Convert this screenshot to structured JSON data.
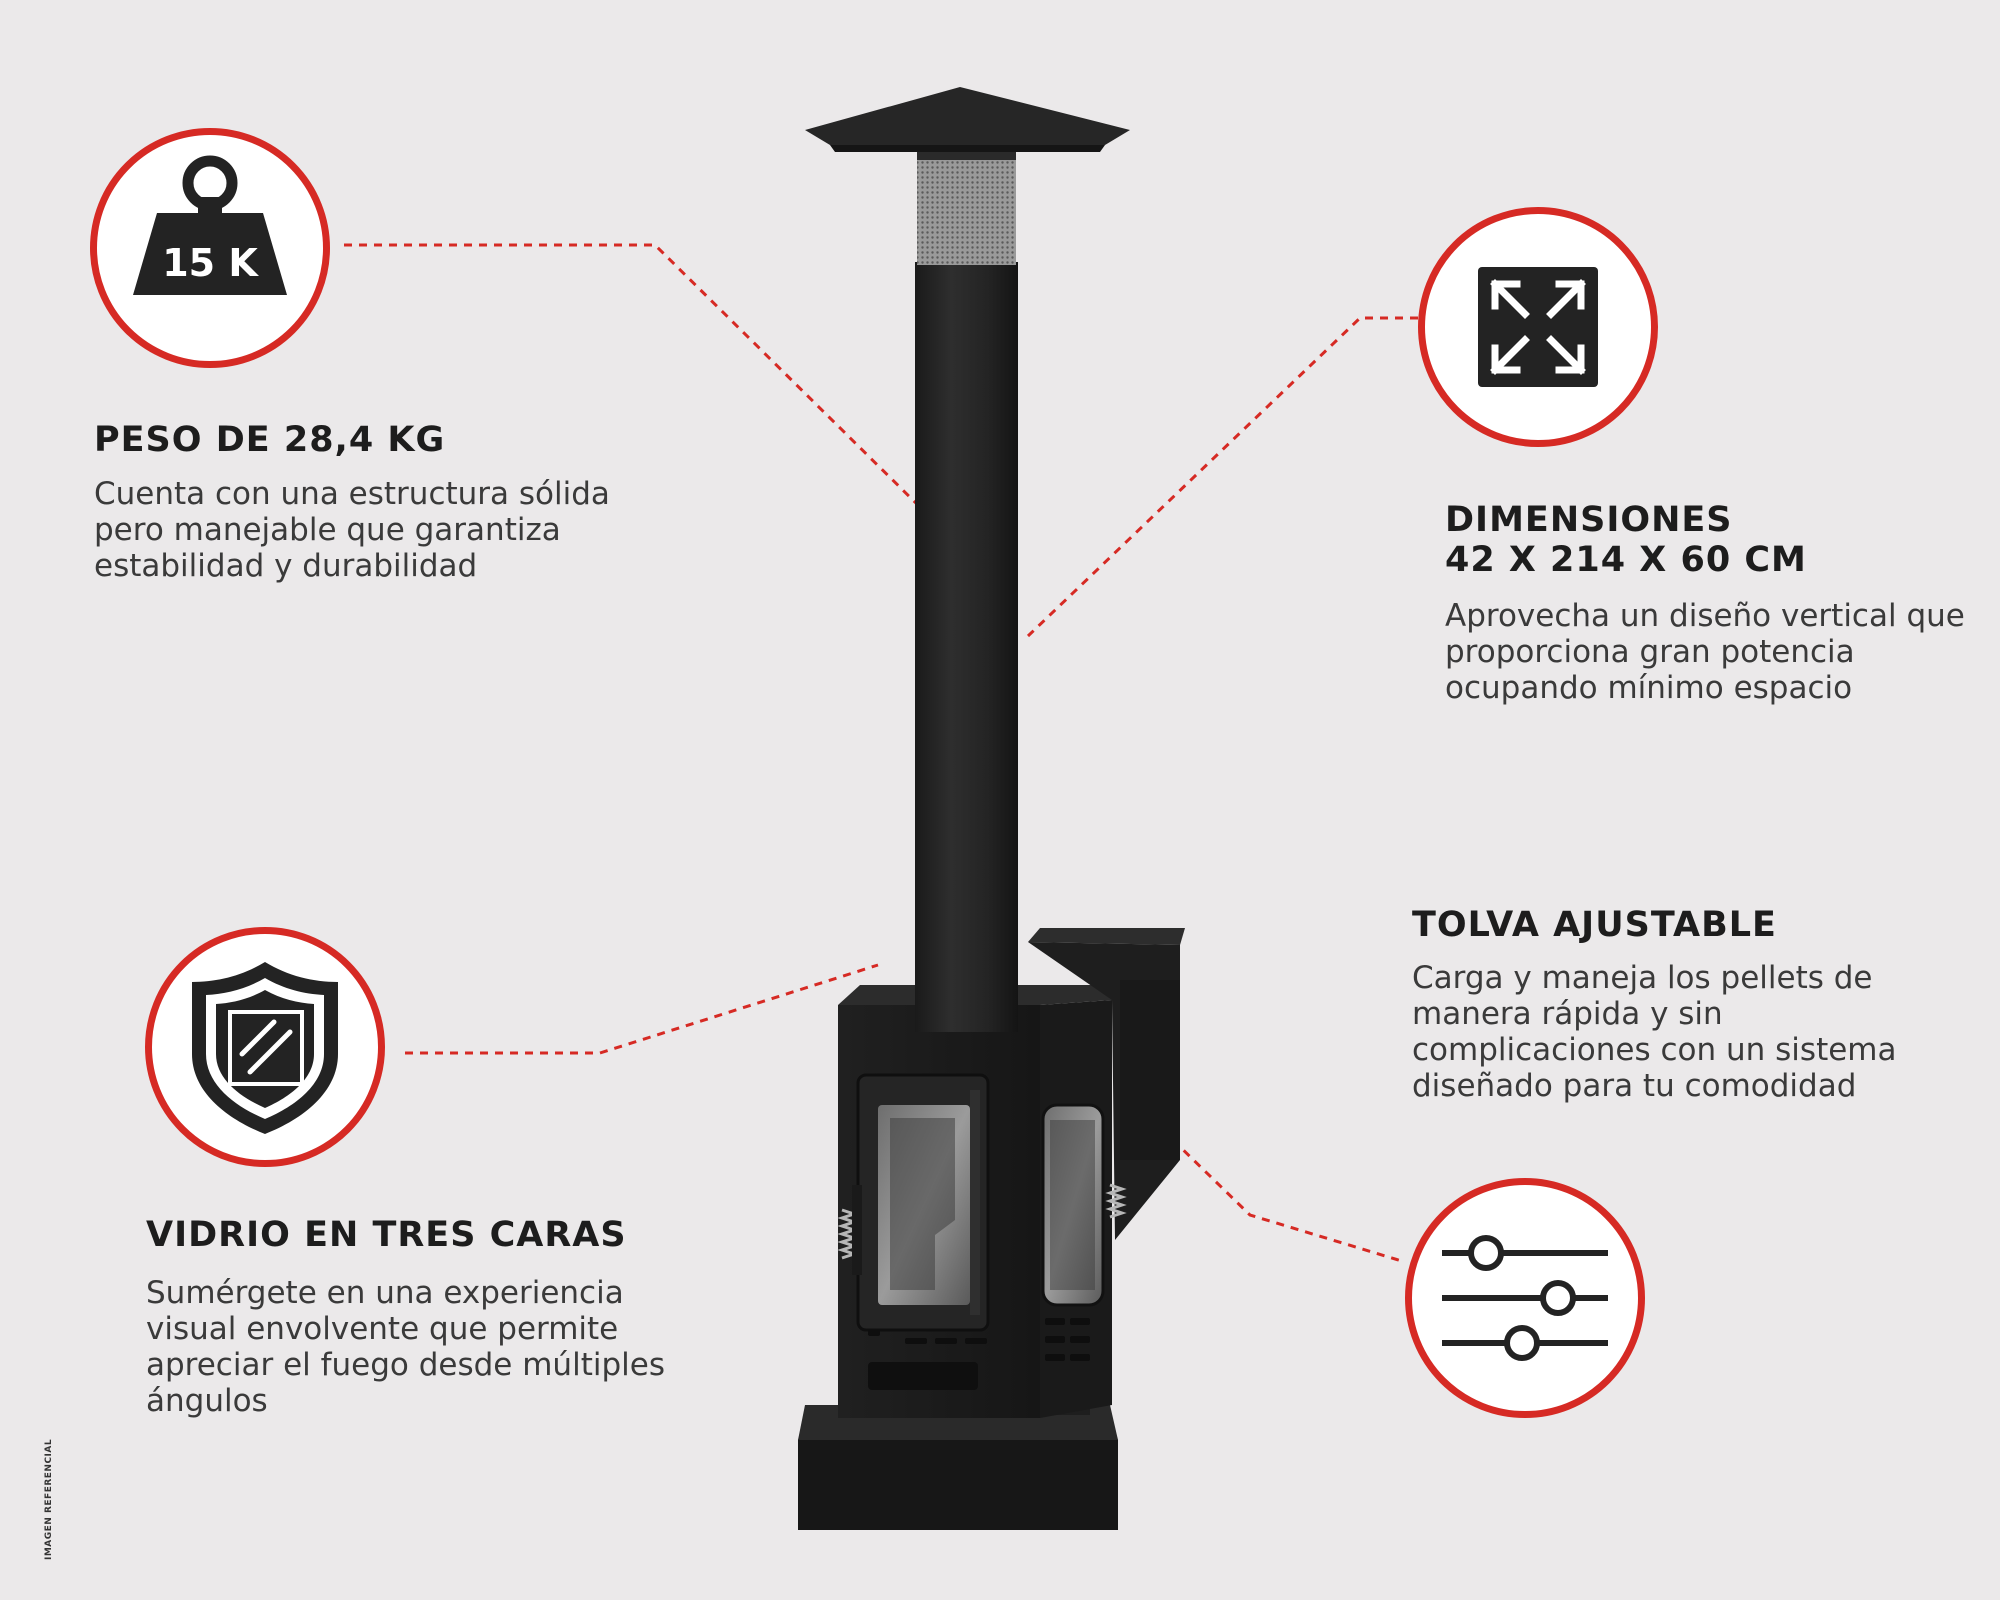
{
  "colors": {
    "background": "#ebe9ea",
    "accent_red": "#d62a24",
    "icon_dark": "#232323",
    "text_dark": "#1d1d1d",
    "text_body": "#3a3a3a"
  },
  "features": {
    "weight": {
      "icon": "weight-icon",
      "badge": "15 K",
      "title": "PESO DE 28,4 KG",
      "description": "Cuenta con una estructura sólida pero manejable que garantiza estabilidad y durabilidad"
    },
    "dimensions": {
      "icon": "expand-arrows-icon",
      "title_line1": "DIMENSIONES",
      "title_line2": "42 X 214 X 60 CM",
      "description": "Aprovecha un diseño vertical que proporciona gran potencia ocupando mínimo espacio"
    },
    "glass": {
      "icon": "shield-glass-icon",
      "title": "VIDRIO EN TRES CARAS",
      "description": "Sumérgete en una experiencia visual envolvente que permite apreciar el fuego desde múltiples ángulos"
    },
    "hopper": {
      "icon": "sliders-icon",
      "title": "TOLVA AJUSTABLE",
      "description": "Carga y maneja los pellets de manera rápida y sin complicaciones con un sistema diseñado para tu comodidad"
    }
  },
  "disclaimer": "IMAGEN REFERENCIAL"
}
